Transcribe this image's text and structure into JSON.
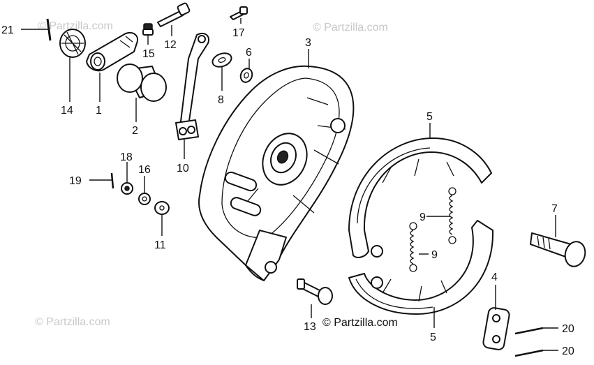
{
  "watermark": {
    "text": "© Partzilla.com",
    "main_text": "© Partzilla.com"
  },
  "callouts": {
    "c1": "1",
    "c2": "2",
    "c3": "3",
    "c4": "4",
    "c5a": "5",
    "c5b": "5",
    "c6": "6",
    "c7": "7",
    "c8": "8",
    "c9a": "9",
    "c9b": "9",
    "c10": "10",
    "c11": "11",
    "c12": "12",
    "c13": "13",
    "c14": "14",
    "c15": "15",
    "c16": "16",
    "c17": "17",
    "c18": "18",
    "c19": "19",
    "c20a": "20",
    "c20b": "20",
    "c21": "21"
  }
}
